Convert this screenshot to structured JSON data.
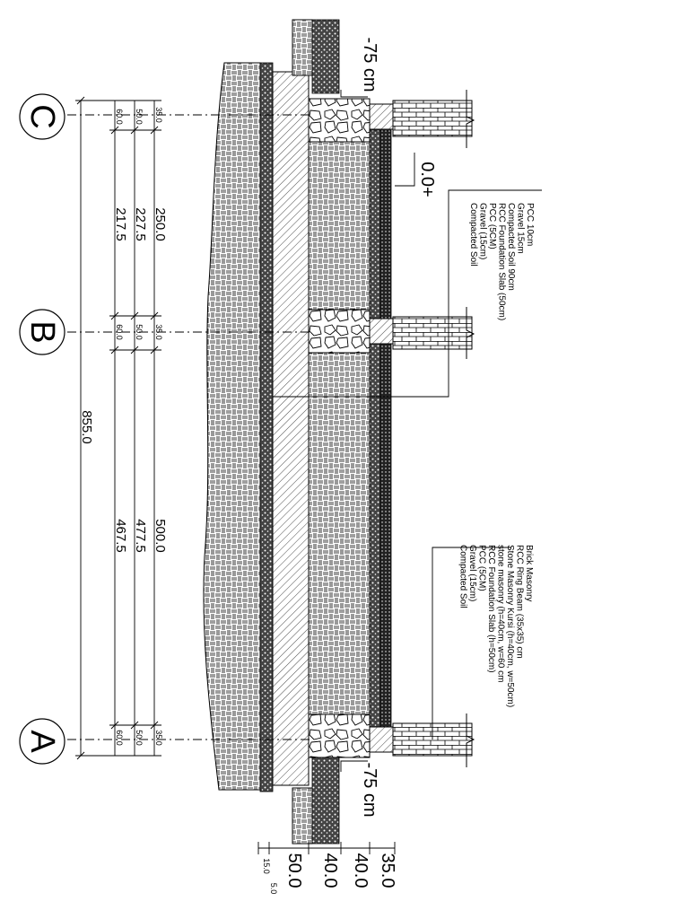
{
  "grid_labels": {
    "c": "C",
    "b": "B",
    "a": "A"
  },
  "levels": {
    "minus75_top": "-75 cm",
    "minus75_bottom": "-75 cm",
    "zero": "0.0+"
  },
  "dimensions": {
    "overall": "855.0",
    "span_cb_outer": "250.0",
    "span_cb_mid": "227.5",
    "span_cb_inner": "217.5",
    "span_ba_outer": "500.0",
    "span_ba_mid": "477.5",
    "span_ba_inner": "467.5",
    "c_35": "35.0",
    "c_50": "50.0",
    "c_60": "60.0",
    "b_35": "35.0",
    "b_50": "50.0",
    "b_60": "60.0",
    "a_35": "35.0",
    "a_50": "50.0",
    "a_60": "60.0",
    "bottom_35": "35.0",
    "bottom_40a": "40.0",
    "bottom_40b": "40.0",
    "bottom_50": "50.0",
    "bottom_15": "15.0",
    "bottom_5": "5.0"
  },
  "legend_top": [
    "PCC 10cm",
    "Gravel 15cm",
    "Compacted Soil 90cm",
    "RCC Foundation Slab (50cm)",
    "PCC (5CM)",
    "Gravel (15cm)",
    "Compacted Soil"
  ],
  "legend_bottom": [
    "Brick Masonry",
    "RCC Ring Beam (35x35) cm",
    "Stone Masonry Kursi (h=40cm, w=50cm)",
    "stone masonry (h=40cm, w=60 cm",
    "RCC Foundation Slab (h=50cm)",
    "PCC (5CM)",
    "Gravel (15cm)",
    "Compacted Soil"
  ]
}
